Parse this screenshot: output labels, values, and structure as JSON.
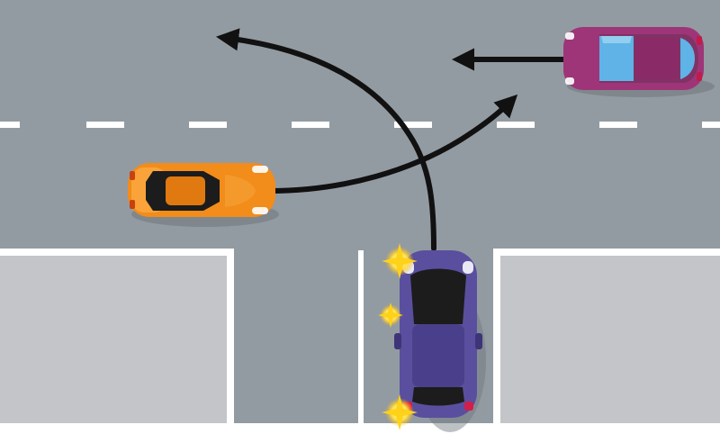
{
  "scene": {
    "type": "traffic-intersection-diagram",
    "colors": {
      "road": "#939ba2",
      "lane_marking": "#ffffff",
      "pavement": "#c3c5c8",
      "curb": "#ffffff",
      "arrow": "#111111",
      "indicator_flash": "#ffd21a"
    }
  },
  "vehicles": [
    {
      "id": "orange-car",
      "heading": "right",
      "body_color": "#f28c1a",
      "roof_color": "#e07a10"
    },
    {
      "id": "magenta-car",
      "heading": "left",
      "body_color": "#9e3578",
      "roof_color": "#8a2a67",
      "glass_color": "#5fb3e6"
    },
    {
      "id": "purple-car",
      "heading": "up",
      "body_color": "#5a4f9e",
      "roof_color": "#4a3f8a",
      "indicator": "left"
    }
  ],
  "movements": [
    {
      "id": "purple-car-left-turn",
      "vehicle": "purple-car",
      "direction": "left"
    },
    {
      "id": "orange-car-right-turn",
      "vehicle": "orange-car",
      "direction": "up-right"
    },
    {
      "id": "magenta-car-straight",
      "vehicle": "magenta-car",
      "direction": "left"
    }
  ]
}
